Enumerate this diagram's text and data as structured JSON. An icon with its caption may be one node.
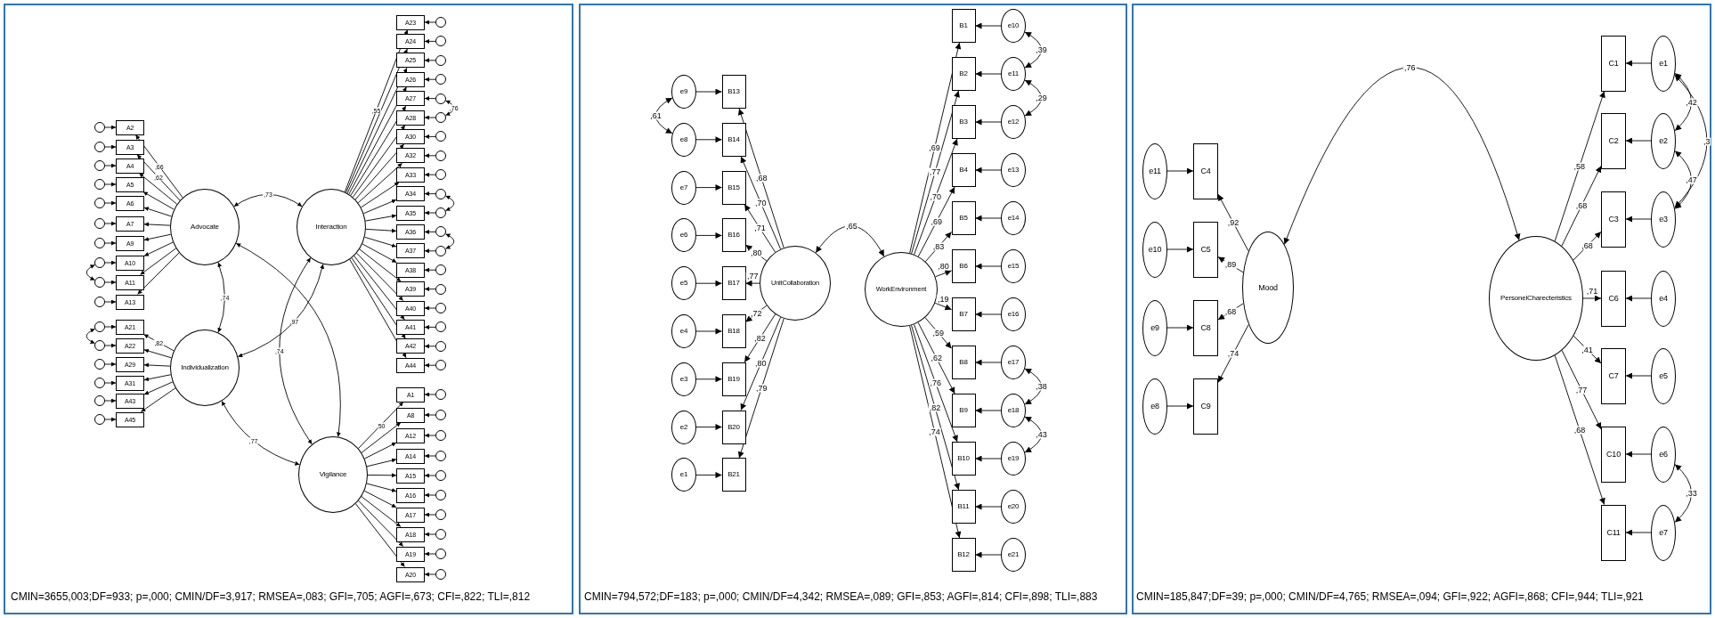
{
  "diagram": {
    "nodes": [
      {
        "text": [
          "Advocate"
        ]
      },
      {
        "text": [
          "Interaction"
        ]
      },
      {
        "text": [
          "Individualization"
        ]
      },
      {
        "text": [
          "Vigilance"
        ]
      },
      {
        "text": [
          "A2"
        ]
      },
      {
        "text": [
          "A3"
        ]
      },
      {
        "text": [
          "A4"
        ]
      },
      {
        "text": [
          "A5"
        ]
      },
      {
        "text": [
          "A6"
        ]
      },
      {
        "text": [
          "A7"
        ]
      },
      {
        "text": [
          "A9"
        ]
      },
      {
        "text": [
          "A10"
        ]
      },
      {
        "text": [
          "A11"
        ]
      },
      {
        "text": [
          "A13"
        ]
      },
      {
        "text": [
          "A21"
        ]
      },
      {
        "text": [
          "A22"
        ]
      },
      {
        "text": [
          "A29"
        ]
      },
      {
        "text": [
          "A31"
        ]
      },
      {
        "text": [
          "A43"
        ]
      },
      {
        "text": [
          "A45"
        ]
      },
      {
        "text": [
          "A23"
        ]
      },
      {
        "text": [
          "A24"
        ]
      },
      {
        "text": [
          "A25"
        ]
      },
      {
        "text": [
          "A26"
        ]
      },
      {
        "text": [
          "A27"
        ]
      },
      {
        "text": [
          "A28"
        ]
      },
      {
        "text": [
          "A30"
        ]
      },
      {
        "text": [
          "A32"
        ]
      },
      {
        "text": [
          "A33"
        ]
      },
      {
        "text": [
          "A34"
        ]
      },
      {
        "text": [
          "A35"
        ]
      },
      {
        "text": [
          "A36"
        ]
      },
      {
        "text": [
          "A37"
        ]
      },
      {
        "text": [
          "A38"
        ]
      },
      {
        "text": [
          "A39"
        ]
      },
      {
        "text": [
          "A40"
        ]
      },
      {
        "text": [
          "A41"
        ]
      },
      {
        "text": [
          "A42"
        ]
      },
      {
        "text": [
          "A44"
        ]
      },
      {
        "text": [
          "A1"
        ]
      },
      {
        "text": [
          "A8"
        ]
      },
      {
        "text": [
          "A12"
        ]
      },
      {
        "text": [
          "A14"
        ]
      },
      {
        "text": [
          "A15"
        ]
      },
      {
        "text": [
          "A16"
        ]
      },
      {
        "text": [
          "A17"
        ]
      },
      {
        "text": [
          "A18"
        ]
      },
      {
        "text": [
          "A19"
        ]
      },
      {
        "text": [
          "A20"
        ]
      },
      {
        "text": [],
        "shape": "circle"
      },
      {
        "text": [],
        "shape": "circle"
      },
      {
        "text": [],
        "shape": "circle"
      },
      {
        "text": [],
        "shape": "circle"
      },
      {
        "text": [],
        "shape": "circle"
      },
      {
        "text": [],
        "shape": "circle"
      },
      {
        "text": [],
        "shape": "circle"
      },
      {
        "text": [],
        "shape": "circle"
      },
      {
        "text": [],
        "shape": "circle"
      },
      {
        "text": [],
        "shape": "circle"
      },
      {
        "text": [],
        "shape": "circle"
      },
      {
        "text": [],
        "shape": "circle"
      },
      {
        "text": [],
        "shape": "circle"
      },
      {
        "text": [],
        "shape": "circle"
      },
      {
        "text": [],
        "shape": "circle"
      },
      {
        "text": [],
        "shape": "circle"
      },
      {
        "text": [],
        "shape": "circle"
      },
      {
        "text": [],
        "shape": "circle"
      },
      {
        "text": [],
        "shape": "circle"
      },
      {
        "text": [],
        "shape": "circle"
      },
      {
        "text": [],
        "shape": "circle"
      },
      {
        "text": [],
        "shape": "circle"
      },
      {
        "text": [],
        "shape": "circle"
      },
      {
        "text": [],
        "shape": "circle"
      },
      {
        "text": [],
        "shape": "circle"
      },
      {
        "text": [],
        "shape": "circle"
      },
      {
        "text": [],
        "shape": "circle"
      },
      {
        "text": [],
        "shape": "circle"
      },
      {
        "text": [],
        "shape": "circle"
      },
      {
        "text": [],
        "shape": "circle"
      },
      {
        "text": [],
        "shape": "circle"
      },
      {
        "text": [],
        "shape": "circle"
      },
      {
        "text": [],
        "shape": "circle"
      },
      {
        "text": [],
        "shape": "circle"
      },
      {
        "text": [],
        "shape": "circle"
      },
      {
        "text": [],
        "shape": "circle"
      },
      {
        "text": [],
        "shape": "circle"
      },
      {
        "text": [],
        "shape": "circle"
      },
      {
        "text": [],
        "shape": "circle"
      },
      {
        "text": [],
        "shape": "circle"
      },
      {
        "text": [],
        "shape": "circle"
      },
      {
        "text": [],
        "shape": "circle"
      },
      {
        "text": [],
        "shape": "circle"
      },
      {
        "text": [],
        "shape": "circle"
      },
      {
        "text": [],
        "shape": "circle"
      },
      {
        "text": [
          "UnitCollaboration"
        ]
      },
      {
        "text": [
          "WorkEnvironment"
        ]
      },
      {
        "text": [
          "B13"
        ]
      },
      {
        "text": [
          "B14"
        ]
      },
      {
        "text": [
          "B15"
        ]
      },
      {
        "text": [
          "B16"
        ]
      },
      {
        "text": [
          "B17"
        ]
      },
      {
        "text": [
          "B18"
        ]
      },
      {
        "text": [
          "B19"
        ]
      },
      {
        "text": [
          "B20"
        ]
      },
      {
        "text": [
          "B21"
        ]
      },
      {
        "text": [
          "B1"
        ]
      },
      {
        "text": [
          "B2"
        ]
      },
      {
        "text": [
          "B3"
        ]
      },
      {
        "text": [
          "B4"
        ]
      },
      {
        "text": [
          "B5"
        ]
      },
      {
        "text": [
          "B6"
        ]
      },
      {
        "text": [
          "B7"
        ]
      },
      {
        "text": [
          "B8"
        ]
      },
      {
        "text": [
          "B9"
        ]
      },
      {
        "text": [
          "B10"
        ]
      },
      {
        "text": [
          "B11"
        ]
      },
      {
        "text": [
          "B12"
        ]
      },
      {
        "text": [
          "e9"
        ]
      },
      {
        "text": [
          "e8"
        ]
      },
      {
        "text": [
          "e7"
        ]
      },
      {
        "text": [
          "e6"
        ]
      },
      {
        "text": [
          "e5"
        ]
      },
      {
        "text": [
          "e4"
        ]
      },
      {
        "text": [
          "e3"
        ]
      },
      {
        "text": [
          "e2"
        ]
      },
      {
        "text": [
          "e1"
        ]
      },
      {
        "text": [
          "e10"
        ]
      },
      {
        "text": [
          "e11"
        ]
      },
      {
        "text": [
          "e12"
        ]
      },
      {
        "text": [
          "e13"
        ]
      },
      {
        "text": [
          "e14"
        ]
      },
      {
        "text": [
          "e15"
        ]
      },
      {
        "text": [
          "e16"
        ]
      },
      {
        "text": [
          "e17"
        ]
      },
      {
        "text": [
          "e18"
        ]
      },
      {
        "text": [
          "e19"
        ]
      },
      {
        "text": [
          "e20"
        ]
      },
      {
        "text": [
          "e21"
        ]
      },
      {
        "text": [
          "Mood"
        ]
      },
      {
        "text": [
          "PersonelCharecteristics"
        ]
      },
      {
        "text": [
          "C4"
        ]
      },
      {
        "text": [
          "C5"
        ]
      },
      {
        "text": [
          "C8"
        ]
      },
      {
        "text": [
          "C9"
        ]
      },
      {
        "text": [
          "C1"
        ]
      },
      {
        "text": [
          "C2"
        ]
      },
      {
        "text": [
          "C3"
        ]
      },
      {
        "text": [
          "C6"
        ]
      },
      {
        "text": [
          "C7"
        ]
      },
      {
        "text": [
          "C10"
        ]
      },
      {
        "text": [
          "C11"
        ]
      },
      {
        "text": [
          "e11"
        ]
      },
      {
        "text": [
          "e10"
        ]
      },
      {
        "text": [
          "e9"
        ]
      },
      {
        "text": [
          "e8"
        ]
      },
      {
        "text": [
          "e1"
        ]
      },
      {
        "text": [
          "e2"
        ]
      },
      {
        "text": [
          "e3"
        ]
      },
      {
        "text": [
          "e4"
        ]
      },
      {
        "text": [
          "e5"
        ]
      },
      {
        "text": [
          "e6"
        ]
      },
      {
        "text": [
          "e7"
        ]
      }
    ],
    "edges": [
      {
        "from": 0,
        "to": 4,
        "arrow": "to",
        "label": ",66"
      },
      {
        "from": 0,
        "to": 5,
        "arrow": "to",
        "label": ",62"
      },
      {
        "from": 0,
        "to": 6,
        "arrow": "to"
      },
      {
        "from": 0,
        "to": 7,
        "arrow": "to"
      },
      {
        "from": 0,
        "to": 8,
        "arrow": "to"
      },
      {
        "from": 0,
        "to": 9,
        "arrow": "to"
      },
      {
        "from": 0,
        "to": 10,
        "arrow": "to"
      },
      {
        "from": 0,
        "to": 11,
        "arrow": "to"
      },
      {
        "from": 0,
        "to": 12,
        "arrow": "to"
      },
      {
        "from": 0,
        "to": 13,
        "arrow": "to"
      },
      {
        "from": 2,
        "to": 14,
        "arrow": "to",
        "label": ",82"
      },
      {
        "from": 2,
        "to": 15,
        "arrow": "to"
      },
      {
        "from": 2,
        "to": 16,
        "arrow": "to"
      },
      {
        "from": 2,
        "to": 17,
        "arrow": "to"
      },
      {
        "from": 2,
        "to": 18,
        "arrow": "to"
      },
      {
        "from": 2,
        "to": 19,
        "arrow": "to"
      },
      {
        "from": 1,
        "to": 20,
        "arrow": "to",
        "label": ",55"
      },
      {
        "from": 1,
        "to": 21,
        "arrow": "to"
      },
      {
        "from": 1,
        "to": 22,
        "arrow": "to"
      },
      {
        "from": 1,
        "to": 23,
        "arrow": "to"
      },
      {
        "from": 1,
        "to": 24,
        "arrow": "to"
      },
      {
        "from": 1,
        "to": 25,
        "arrow": "to"
      },
      {
        "from": 1,
        "to": 26,
        "arrow": "to"
      },
      {
        "from": 1,
        "to": 27,
        "arrow": "to"
      },
      {
        "from": 1,
        "to": 28,
        "arrow": "to"
      },
      {
        "from": 1,
        "to": 29,
        "arrow": "to"
      },
      {
        "from": 1,
        "to": 30,
        "arrow": "to"
      },
      {
        "from": 1,
        "to": 31,
        "arrow": "to"
      },
      {
        "from": 1,
        "to": 32,
        "arrow": "to"
      },
      {
        "from": 1,
        "to": 33,
        "arrow": "to"
      },
      {
        "from": 1,
        "to": 34,
        "arrow": "to"
      },
      {
        "from": 1,
        "to": 35,
        "arrow": "to"
      },
      {
        "from": 1,
        "to": 36,
        "arrow": "to"
      },
      {
        "from": 1,
        "to": 37,
        "arrow": "to"
      },
      {
        "from": 1,
        "to": 38,
        "arrow": "to"
      },
      {
        "from": 3,
        "to": 39,
        "arrow": "to",
        "label": ",50"
      },
      {
        "from": 3,
        "to": 40,
        "arrow": "to"
      },
      {
        "from": 3,
        "to": 41,
        "arrow": "to"
      },
      {
        "from": 3,
        "to": 42,
        "arrow": "to"
      },
      {
        "from": 3,
        "to": 43,
        "arrow": "to"
      },
      {
        "from": 3,
        "to": 44,
        "arrow": "to"
      },
      {
        "from": 3,
        "to": 45,
        "arrow": "to"
      },
      {
        "from": 3,
        "to": 46,
        "arrow": "to"
      },
      {
        "from": 3,
        "to": 47,
        "arrow": "to"
      },
      {
        "from": 3,
        "to": 48,
        "arrow": "to"
      },
      {
        "from": 49,
        "to": 4,
        "arrow": "to"
      },
      {
        "from": 50,
        "to": 5,
        "arrow": "to"
      },
      {
        "from": 51,
        "to": 6,
        "arrow": "to"
      },
      {
        "from": 52,
        "to": 7,
        "arrow": "to"
      },
      {
        "from": 53,
        "to": 8,
        "arrow": "to"
      },
      {
        "from": 54,
        "to": 9,
        "arrow": "to"
      },
      {
        "from": 55,
        "to": 10,
        "arrow": "to"
      },
      {
        "from": 56,
        "to": 11,
        "arrow": "to"
      },
      {
        "from": 57,
        "to": 12,
        "arrow": "to"
      },
      {
        "from": 58,
        "to": 13,
        "arrow": "to"
      },
      {
        "from": 59,
        "to": 14,
        "arrow": "to"
      },
      {
        "from": 60,
        "to": 15,
        "arrow": "to"
      },
      {
        "from": 61,
        "to": 16,
        "arrow": "to"
      },
      {
        "from": 62,
        "to": 17,
        "arrow": "to"
      },
      {
        "from": 63,
        "to": 18,
        "arrow": "to"
      },
      {
        "from": 64,
        "to": 19,
        "arrow": "to"
      },
      {
        "from": 65,
        "to": 20,
        "arrow": "to"
      },
      {
        "from": 66,
        "to": 21,
        "arrow": "to"
      },
      {
        "from": 67,
        "to": 22,
        "arrow": "to"
      },
      {
        "from": 68,
        "to": 23,
        "arrow": "to"
      },
      {
        "from": 69,
        "to": 24,
        "arrow": "to"
      },
      {
        "from": 70,
        "to": 25,
        "arrow": "to"
      },
      {
        "from": 71,
        "to": 26,
        "arrow": "to"
      },
      {
        "from": 72,
        "to": 27,
        "arrow": "to"
      },
      {
        "from": 73,
        "to": 28,
        "arrow": "to"
      },
      {
        "from": 74,
        "to": 29,
        "arrow": "to"
      },
      {
        "from": 75,
        "to": 30,
        "arrow": "to"
      },
      {
        "from": 76,
        "to": 31,
        "arrow": "to"
      },
      {
        "from": 77,
        "to": 32,
        "arrow": "to"
      },
      {
        "from": 78,
        "to": 33,
        "arrow": "to"
      },
      {
        "from": 79,
        "to": 34,
        "arrow": "to"
      },
      {
        "from": 80,
        "to": 35,
        "arrow": "to"
      },
      {
        "from": 81,
        "to": 36,
        "arrow": "to"
      },
      {
        "from": 82,
        "to": 37,
        "arrow": "to"
      },
      {
        "from": 83,
        "to": 38,
        "arrow": "to"
      },
      {
        "from": 84,
        "to": 39,
        "arrow": "to"
      },
      {
        "from": 85,
        "to": 40,
        "arrow": "to"
      },
      {
        "from": 86,
        "to": 41,
        "arrow": "to"
      },
      {
        "from": 87,
        "to": 42,
        "arrow": "to"
      },
      {
        "from": 88,
        "to": 43,
        "arrow": "to"
      },
      {
        "from": 89,
        "to": 44,
        "arrow": "to"
      },
      {
        "from": 90,
        "to": 45,
        "arrow": "to"
      },
      {
        "from": 91,
        "to": 46,
        "arrow": "to"
      },
      {
        "from": 92,
        "to": 47,
        "arrow": "to"
      },
      {
        "from": 93,
        "to": 48,
        "arrow": "to"
      },
      {
        "from": 0,
        "to": 1,
        "arrow": "both",
        "label": ",73"
      },
      {
        "from": 0,
        "to": 2,
        "arrow": "both",
        "label": ",74"
      },
      {
        "from": 0,
        "to": 3,
        "arrow": "both"
      },
      {
        "from": 1,
        "to": 2,
        "arrow": "both",
        "label": ",97"
      },
      {
        "from": 1,
        "to": 3,
        "arrow": "both",
        "label": ",74"
      },
      {
        "from": 2,
        "to": 3,
        "arrow": "both",
        "label": ",77"
      },
      {
        "from": 56,
        "to": 57,
        "arrow": "both"
      },
      {
        "from": 59,
        "to": 60,
        "arrow": "both"
      },
      {
        "from": 69,
        "to": 70,
        "arrow": "both",
        "label": ",76"
      },
      {
        "from": 74,
        "to": 75,
        "arrow": "both"
      },
      {
        "from": 76,
        "to": 77,
        "arrow": "both"
      },
      {
        "from": 94,
        "to": 96,
        "arrow": "to",
        "label": ",68"
      },
      {
        "from": 94,
        "to": 97,
        "arrow": "to",
        "label": ",70"
      },
      {
        "from": 94,
        "to": 98,
        "arrow": "to",
        "label": ",71"
      },
      {
        "from": 94,
        "to": 99,
        "arrow": "to",
        "label": ",80"
      },
      {
        "from": 94,
        "to": 100,
        "arrow": "to",
        "label": ",77"
      },
      {
        "from": 94,
        "to": 101,
        "arrow": "to",
        "label": ",72"
      },
      {
        "from": 94,
        "to": 102,
        "arrow": "to",
        "label": ",82"
      },
      {
        "from": 94,
        "to": 103,
        "arrow": "to",
        "label": ",80"
      },
      {
        "from": 94,
        "to": 104,
        "arrow": "to",
        "label": ",79"
      },
      {
        "from": 95,
        "to": 105,
        "arrow": "to",
        "label": ",69"
      },
      {
        "from": 95,
        "to": 106,
        "arrow": "to",
        "label": ",77"
      },
      {
        "from": 95,
        "to": 107,
        "arrow": "to",
        "label": ",70"
      },
      {
        "from": 95,
        "to": 108,
        "arrow": "to",
        "label": ",69"
      },
      {
        "from": 95,
        "to": 109,
        "arrow": "to",
        "label": ",83"
      },
      {
        "from": 95,
        "to": 110,
        "arrow": "to",
        "label": ",80"
      },
      {
        "from": 95,
        "to": 111,
        "arrow": "to",
        "label": ",19"
      },
      {
        "from": 95,
        "to": 112,
        "arrow": "to",
        "label": ",59"
      },
      {
        "from": 95,
        "to": 113,
        "arrow": "to",
        "label": ",62"
      },
      {
        "from": 95,
        "to": 114,
        "arrow": "to",
        "label": ",76"
      },
      {
        "from": 95,
        "to": 115,
        "arrow": "to",
        "label": ",82"
      },
      {
        "from": 95,
        "to": 116,
        "arrow": "to",
        "label": ",74"
      },
      {
        "from": 117,
        "to": 96,
        "arrow": "to"
      },
      {
        "from": 118,
        "to": 97,
        "arrow": "to"
      },
      {
        "from": 119,
        "to": 98,
        "arrow": "to"
      },
      {
        "from": 120,
        "to": 99,
        "arrow": "to"
      },
      {
        "from": 121,
        "to": 100,
        "arrow": "to"
      },
      {
        "from": 122,
        "to": 101,
        "arrow": "to"
      },
      {
        "from": 123,
        "to": 102,
        "arrow": "to"
      },
      {
        "from": 124,
        "to": 103,
        "arrow": "to"
      },
      {
        "from": 125,
        "to": 104,
        "arrow": "to"
      },
      {
        "from": 126,
        "to": 105,
        "arrow": "to"
      },
      {
        "from": 127,
        "to": 106,
        "arrow": "to"
      },
      {
        "from": 128,
        "to": 107,
        "arrow": "to"
      },
      {
        "from": 129,
        "to": 108,
        "arrow": "to"
      },
      {
        "from": 130,
        "to": 109,
        "arrow": "to"
      },
      {
        "from": 131,
        "to": 110,
        "arrow": "to"
      },
      {
        "from": 132,
        "to": 111,
        "arrow": "to"
      },
      {
        "from": 133,
        "to": 112,
        "arrow": "to"
      },
      {
        "from": 134,
        "to": 113,
        "arrow": "to"
      },
      {
        "from": 135,
        "to": 114,
        "arrow": "to"
      },
      {
        "from": 136,
        "to": 115,
        "arrow": "to"
      },
      {
        "from": 137,
        "to": 116,
        "arrow": "to"
      },
      {
        "from": 94,
        "to": 95,
        "arrow": "both",
        "label": ",65"
      },
      {
        "from": 117,
        "to": 118,
        "arrow": "both",
        "label": ",61"
      },
      {
        "from": 126,
        "to": 127,
        "arrow": "both",
        "label": ",39"
      },
      {
        "from": 127,
        "to": 128,
        "arrow": "both",
        "label": ",29"
      },
      {
        "from": 133,
        "to": 134,
        "arrow": "both",
        "label": ",38"
      },
      {
        "from": 134,
        "to": 135,
        "arrow": "both",
        "label": ",43"
      },
      {
        "from": 138,
        "to": 140,
        "arrow": "to",
        "label": ",92"
      },
      {
        "from": 138,
        "to": 141,
        "arrow": "to",
        "label": ",89"
      },
      {
        "from": 138,
        "to": 142,
        "arrow": "to",
        "label": ",68"
      },
      {
        "from": 138,
        "to": 143,
        "arrow": "to",
        "label": ",74"
      },
      {
        "from": 139,
        "to": 144,
        "arrow": "to",
        "label": ",58"
      },
      {
        "from": 139,
        "to": 145,
        "arrow": "to",
        "label": ",68"
      },
      {
        "from": 139,
        "to": 146,
        "arrow": "to",
        "label": ",68"
      },
      {
        "from": 139,
        "to": 147,
        "arrow": "to",
        "label": ",71"
      },
      {
        "from": 139,
        "to": 148,
        "arrow": "to",
        "label": ",41"
      },
      {
        "from": 139,
        "to": 149,
        "arrow": "to",
        "label": ",77"
      },
      {
        "from": 139,
        "to": 150,
        "arrow": "to",
        "label": ",68"
      },
      {
        "from": 151,
        "to": 140,
        "arrow": "to"
      },
      {
        "from": 152,
        "to": 141,
        "arrow": "to"
      },
      {
        "from": 153,
        "to": 142,
        "arrow": "to"
      },
      {
        "from": 154,
        "to": 143,
        "arrow": "to"
      },
      {
        "from": 155,
        "to": 144,
        "arrow": "to"
      },
      {
        "from": 156,
        "to": 145,
        "arrow": "to"
      },
      {
        "from": 157,
        "to": 146,
        "arrow": "to"
      },
      {
        "from": 158,
        "to": 147,
        "arrow": "to"
      },
      {
        "from": 159,
        "to": 148,
        "arrow": "to"
      },
      {
        "from": 160,
        "to": 149,
        "arrow": "to"
      },
      {
        "from": 161,
        "to": 150,
        "arrow": "to"
      },
      {
        "from": 138,
        "to": 139,
        "arrow": "both",
        "label": ",76"
      },
      {
        "from": 155,
        "to": 156,
        "arrow": "both",
        "label": ",42"
      },
      {
        "from": 155,
        "to": 157,
        "arrow": "both",
        "label": ",3"
      },
      {
        "from": 156,
        "to": 157,
        "arrow": "both",
        "label": ",47"
      },
      {
        "from": 160,
        "to": 161,
        "arrow": "both",
        "label": ",33"
      }
    ],
    "labels": [
      "CMIN=3655,003;DF=933; p=,000; CMIN/DF=3,917; RMSEA=,083; GFI=,705; AGFI=,673; CFI=,822; TLI=,812",
      "CMIN=794,572;DF=183; p=,000; CMIN/DF=4,342; RMSEA=,089; GFI=,853; AGFI=,814; CFI=,898; TLI=,883",
      "CMIN=185,847;DF=39; p=,000; CMIN/DF=4,765; RMSEA=,094; GFI=,922; AGFI=,868; CFI=,944; TLI=,921"
    ]
  }
}
